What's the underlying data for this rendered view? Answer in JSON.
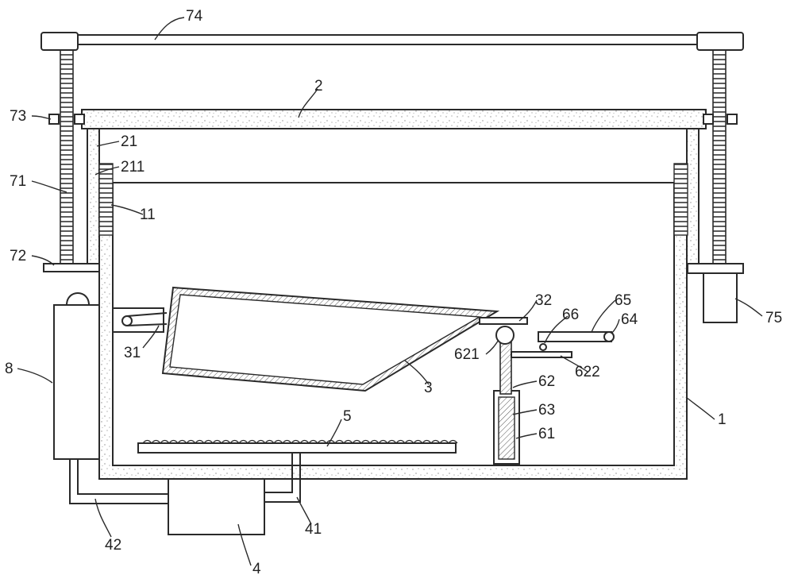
{
  "labels": {
    "l74": "74",
    "l2": "2",
    "l73": "73",
    "l21": "21",
    "l211": "211",
    "l71": "71",
    "l11": "11",
    "l72": "72",
    "l8": "8",
    "l31": "31",
    "l32": "32",
    "l3": "3",
    "l621": "621",
    "l66": "66",
    "l65": "65",
    "l64": "64",
    "l622": "622",
    "l62": "62",
    "l63": "63",
    "l61": "61",
    "l5": "5",
    "l1": "1",
    "l75": "75",
    "l42": "42",
    "l41": "41",
    "l4": "4"
  },
  "colors": {
    "line": "#2a2a2a",
    "fill": "#ffffff",
    "speck": "#8c8c8c"
  }
}
